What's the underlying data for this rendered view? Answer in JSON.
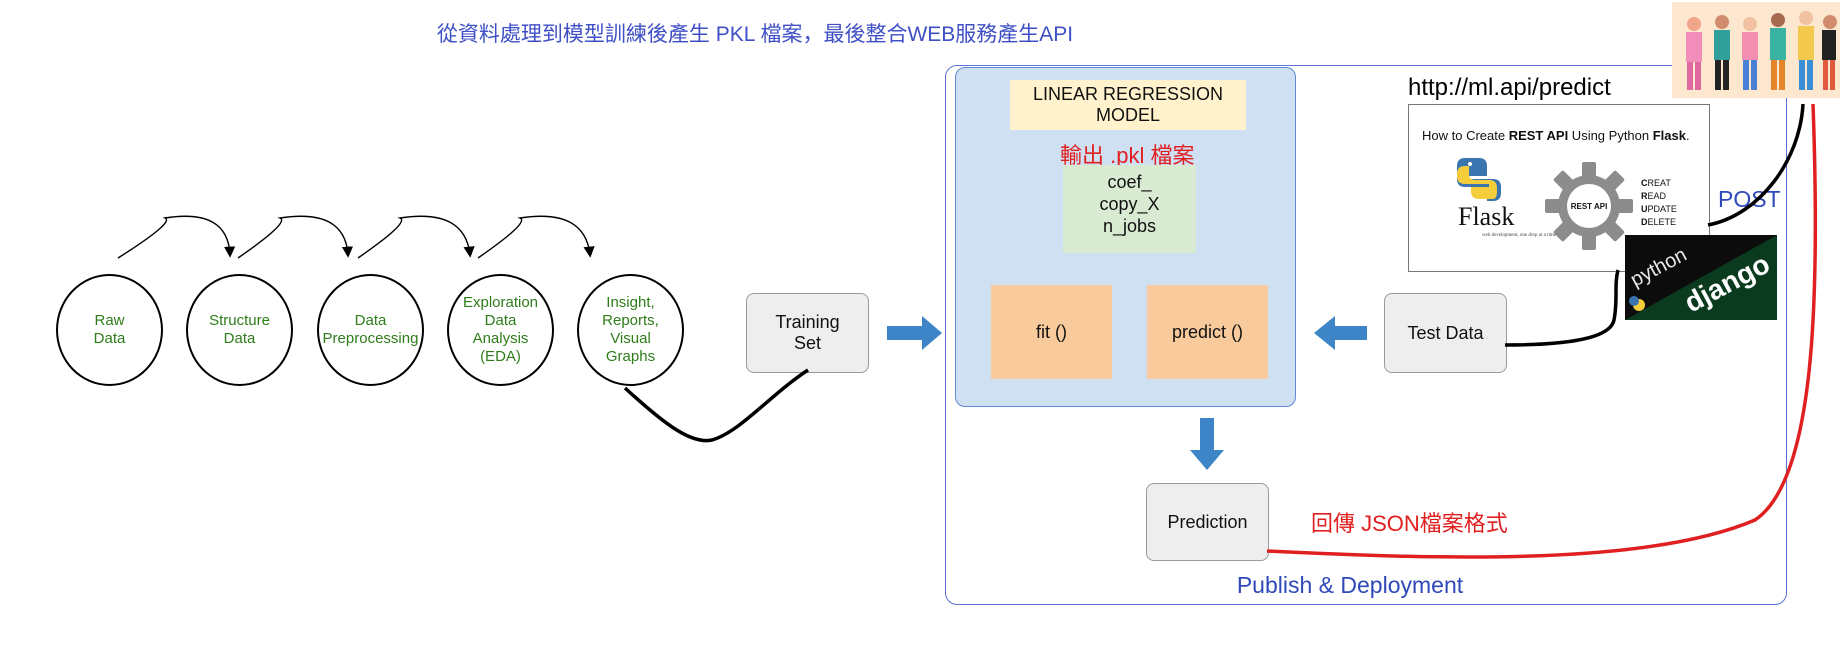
{
  "title": "從資料處理到模型訓練後產生 PKL 檔案，最後整合WEB服務產生API",
  "pipeline": [
    {
      "label": "Raw\nData"
    },
    {
      "label": "Structure\nData"
    },
    {
      "label": "Data\nPreprocessing"
    },
    {
      "label": "Exploration\nData\nAnalysis\n(EDA)"
    },
    {
      "label": "Insight,\nReports,\nVisual\nGraphs"
    }
  ],
  "training_set": "Training\nSet",
  "model": {
    "title": "LINEAR REGRESSION\nMODEL",
    "output_label": "輸出 .pkl 檔案",
    "attributes": [
      "coef_",
      "copy_X",
      "n_jobs"
    ],
    "fit": "fit ()",
    "predict": "predict ()"
  },
  "test_data": "Test Data",
  "prediction": "Prediction",
  "return_label": "回傳 JSON檔案格式",
  "deploy_label": "Publish & Deployment",
  "api": {
    "url": "http://ml.api/predict",
    "method": "POST",
    "card_heading_pre": "How to Create ",
    "card_heading_bold1": "REST API",
    "card_heading_mid": " Using Python ",
    "card_heading_bold2": "Flask",
    "card_heading_end": ".",
    "flask_logo": "Flask",
    "flask_tagline": "web development,\none drop at a time",
    "rest_badge": "REST API",
    "crud": [
      {
        "first": "C",
        "rest": "REAT"
      },
      {
        "first": "R",
        "rest": "EAD"
      },
      {
        "first": "U",
        "rest": "PDATE"
      },
      {
        "first": "D",
        "rest": "ELETE"
      }
    ],
    "python_text": "python",
    "django_text": "django"
  },
  "colors": {
    "title_blue": "#3f4fc6",
    "pipeline_green": "#2e7d1a",
    "model_panel": "#cfe0f3",
    "model_title": "#fff2cc",
    "attributes": "#d9ead3",
    "methods": "#f9cb9c",
    "arrow_blue": "#3d85c6",
    "return_red": "#e02020"
  }
}
